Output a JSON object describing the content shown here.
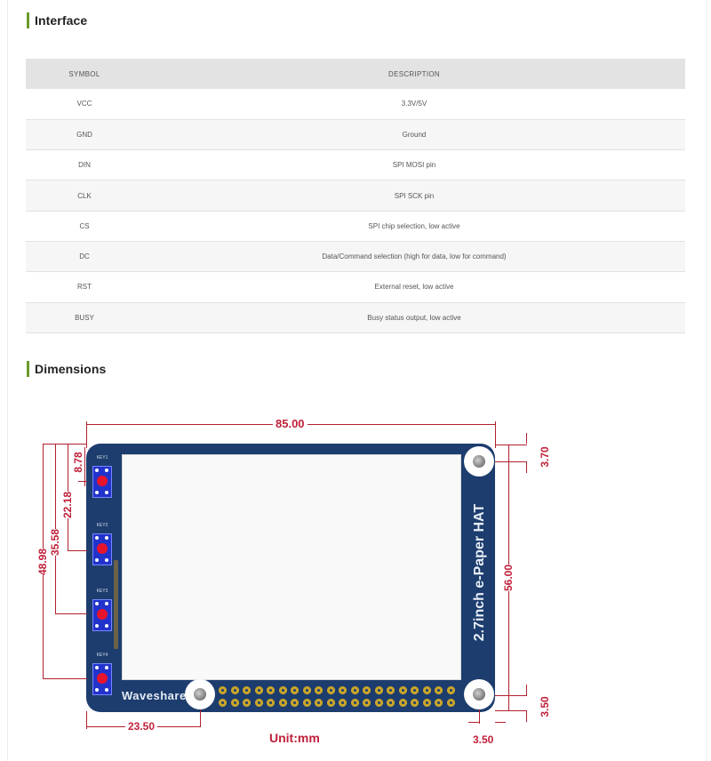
{
  "sections": {
    "interface": {
      "title": "Interface"
    },
    "dimensions": {
      "title": "Dimensions"
    }
  },
  "interface_table": {
    "headers": {
      "symbol": "SYMBOL",
      "description": "DESCRIPTION"
    },
    "rows": [
      {
        "symbol": "VCC",
        "description": "3.3V/5V"
      },
      {
        "symbol": "GND",
        "description": "Ground"
      },
      {
        "symbol": "DIN",
        "description": "SPI MOSI pin"
      },
      {
        "symbol": "CLK",
        "description": "SPI SCK pin"
      },
      {
        "symbol": "CS",
        "description": "SPI chip selection, low active"
      },
      {
        "symbol": "DC",
        "description": "Data/Command selection (high for data, low for command)"
      },
      {
        "symbol": "RST",
        "description": "External reset, low active"
      },
      {
        "symbol": "BUSY",
        "description": "Busy status output, low active"
      }
    ]
  },
  "diagram": {
    "board_brand": "Waveshare",
    "board_model": "2.7inch e-Paper HAT",
    "keys": [
      "KEY1",
      "KEY2",
      "KEY3",
      "KEY4"
    ],
    "header_pin_columns": 20,
    "header_pin_rows": 2,
    "unit_label": "Unit:mm",
    "dimensions": {
      "width": "85.00",
      "height": "56.00",
      "key1_offset": "8.78",
      "key2_offset": "22.18",
      "key3_offset": "35.58",
      "key4_offset": "48.98",
      "top_hole_offset": "3.70",
      "bottom_hole_offset_v": "3.50",
      "bottom_hole_offset_h": "3.50",
      "left_hole_offset": "23.50"
    },
    "colors": {
      "board": "#1d3d6e",
      "dimension_lines": "#c0203a",
      "key_button": "#e8142e",
      "pin_gold": "#c8a52a",
      "section_accent": "#6a9a2a"
    }
  }
}
